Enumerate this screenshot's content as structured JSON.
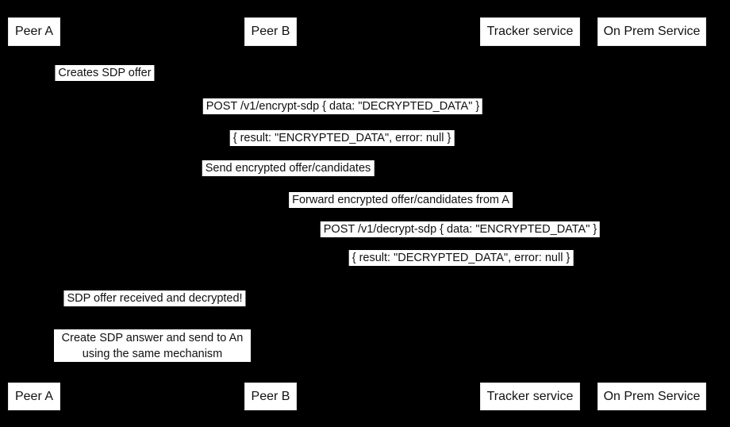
{
  "diagram": {
    "type": "sequence",
    "background_color": "#000000",
    "box_fill_color": "#ffffff",
    "text_color": "#111111"
  },
  "participants": [
    {
      "label": "Peer A"
    },
    {
      "label": "Peer B"
    },
    {
      "label": "Tracker service"
    },
    {
      "label": "On Prem Service"
    }
  ],
  "messages": [
    {
      "text": "Creates SDP offer"
    },
    {
      "text": "POST /v1/encrypt-sdp { data: \"DECRYPTED_DATA\" }"
    },
    {
      "text": "{ result: \"ENCRYPTED_DATA\", error: null }"
    },
    {
      "text": "Send encrypted offer/candidates"
    },
    {
      "text": "Forward encrypted offer/candidates from A"
    },
    {
      "text": "POST /v1/decrypt-sdp { data: \"ENCRYPTED_DATA\" }"
    },
    {
      "text": "{ result: \"DECRYPTED_DATA\", error: null }"
    },
    {
      "text": "SDP offer received and decrypted!"
    }
  ],
  "note": {
    "lines": [
      "Create SDP answer and send to An",
      "using the same mechanism"
    ]
  }
}
